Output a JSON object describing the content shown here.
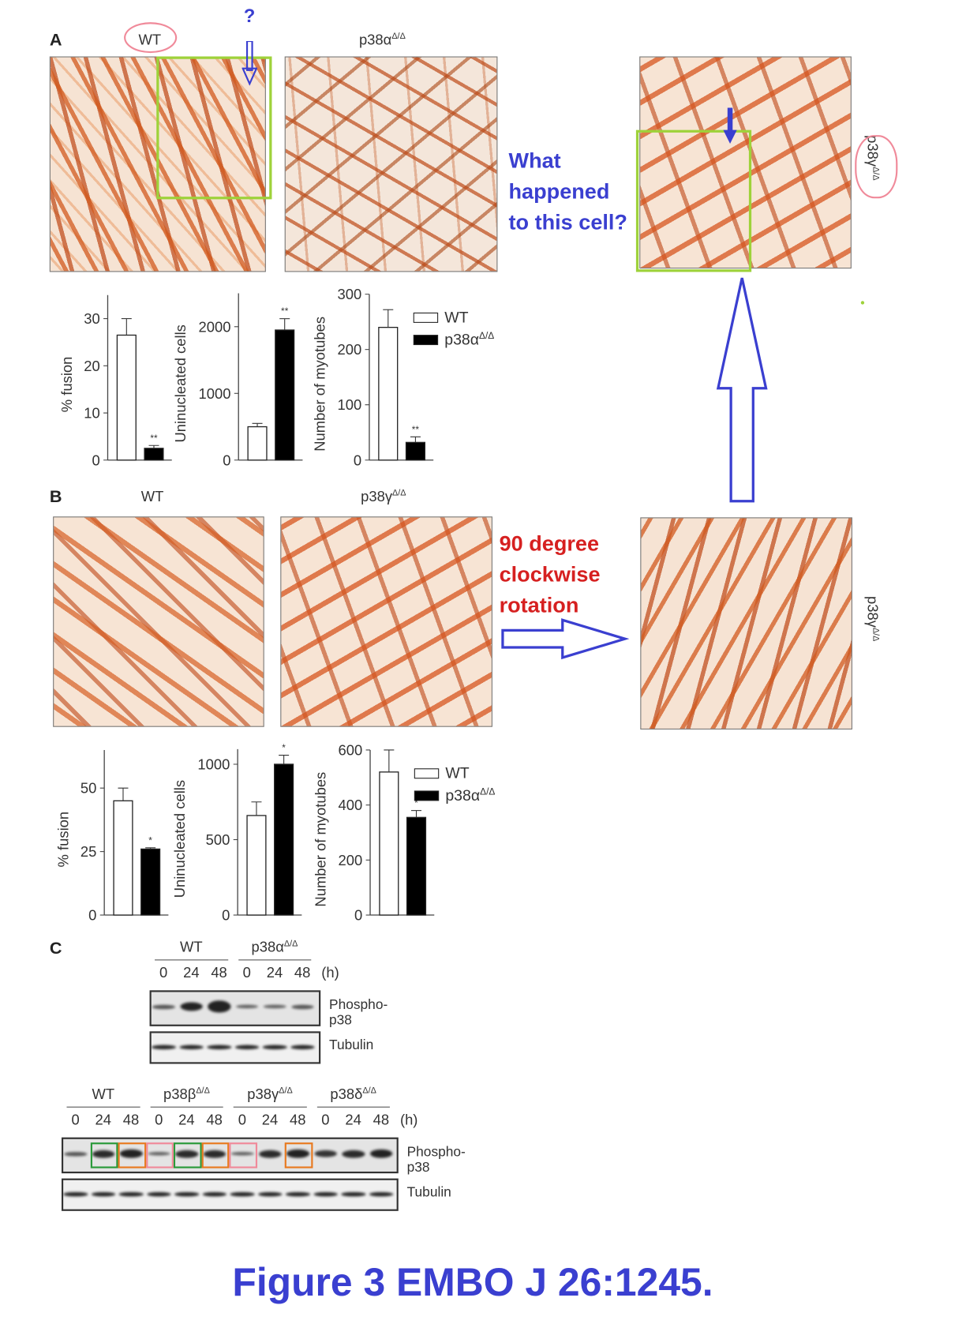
{
  "panel_a": {
    "label": "A",
    "wt_label": "WT",
    "ko_label": "p38α",
    "ko_sup": "Δ/Δ"
  },
  "panel_b": {
    "label": "B",
    "wt_label": "WT",
    "ko_label": "p38γ",
    "ko_sup": "Δ/Δ"
  },
  "panel_c": {
    "label": "C",
    "blot1": {
      "groups": [
        {
          "name": "WT",
          "sup": ""
        },
        {
          "name": "p38α",
          "sup": "Δ/Δ"
        }
      ],
      "timepoints": [
        "0",
        "24",
        "48"
      ],
      "unit": "(h)",
      "rows": [
        "Phospho-p38",
        "Tubulin"
      ]
    },
    "blot2": {
      "groups": [
        {
          "name": "WT",
          "sup": ""
        },
        {
          "name": "p38β",
          "sup": "Δ/Δ"
        },
        {
          "name": "p38γ",
          "sup": "Δ/Δ"
        },
        {
          "name": "p38δ",
          "sup": "Δ/Δ"
        }
      ],
      "timepoints": [
        "0",
        "24",
        "48"
      ],
      "unit": "(h)",
      "rows": [
        "Phospho-p38",
        "Tubulin"
      ]
    }
  },
  "annotations": {
    "question_mark": "?",
    "question": [
      "What",
      "happened",
      "to this cell?"
    ],
    "rotation": [
      "90 degree",
      "clockwise",
      "rotation"
    ],
    "right_label": "p38γ",
    "right_sup": "Δ/Δ",
    "caption": "Figure 3 EMBO J 26:1245.",
    "colors": {
      "blue": "#3a3fd0",
      "red": "#d62020",
      "green": "#9ed23a",
      "pink": "#f08a9a",
      "orange": "#e87a20",
      "box_green": "#2a9a3a"
    }
  },
  "chart_data": [
    {
      "type": "bar",
      "panel": "A",
      "ylabel": "% fusion",
      "categories": [
        "WT",
        "p38αΔ/Δ"
      ],
      "values": [
        26.5,
        2.5
      ],
      "errors": [
        3.5,
        0.6
      ],
      "significance": [
        "",
        "**"
      ],
      "ylim": [
        0,
        35
      ],
      "yticks": [
        "0",
        "10",
        "20",
        "30"
      ],
      "legend": null
    },
    {
      "type": "bar",
      "panel": "A",
      "ylabel": "Uninucleated cells",
      "categories": [
        "WT",
        "p38αΔ/Δ"
      ],
      "values": [
        500,
        1950
      ],
      "errors": [
        50,
        170
      ],
      "significance": [
        "",
        "**"
      ],
      "ylim": [
        0,
        2500
      ],
      "yticks": [
        "0",
        "1000",
        "2000"
      ],
      "legend": null
    },
    {
      "type": "bar",
      "panel": "A",
      "ylabel": "Number of myotubes",
      "categories": [
        "WT",
        "p38αΔ/Δ"
      ],
      "values": [
        240,
        32
      ],
      "errors": [
        32,
        10
      ],
      "significance": [
        "",
        "**"
      ],
      "ylim": [
        0,
        300
      ],
      "yticks": [
        "0",
        "100",
        "200",
        "300"
      ],
      "legend": {
        "entries": [
          "WT",
          "p38α"
        ],
        "sup": "Δ/Δ",
        "placement": "right"
      }
    },
    {
      "type": "bar",
      "panel": "B",
      "ylabel": "% fusion",
      "categories": [
        "WT",
        "p38αΔ/Δ"
      ],
      "values": [
        45,
        26
      ],
      "errors": [
        5,
        0.5
      ],
      "significance": [
        "",
        "*"
      ],
      "ylim": [
        0,
        65
      ],
      "yticks": [
        "0",
        "25",
        "50"
      ],
      "legend": null
    },
    {
      "type": "bar",
      "panel": "B",
      "ylabel": "Uninucleated cells",
      "categories": [
        "WT",
        "p38αΔ/Δ"
      ],
      "values": [
        660,
        1000
      ],
      "errors": [
        90,
        60
      ],
      "significance": [
        "",
        "*"
      ],
      "ylim": [
        0,
        1100
      ],
      "yticks": [
        "0",
        "500",
        "1000"
      ],
      "legend": null
    },
    {
      "type": "bar",
      "panel": "B",
      "ylabel": "Number of myotubes",
      "categories": [
        "WT",
        "p38αΔ/Δ"
      ],
      "values": [
        520,
        355
      ],
      "errors": [
        80,
        25
      ],
      "significance": [
        "",
        "*"
      ],
      "ylim": [
        0,
        600
      ],
      "yticks": [
        "0",
        "200",
        "400",
        "600"
      ],
      "legend": {
        "entries": [
          "WT",
          "p38α"
        ],
        "sup": "Δ/Δ",
        "placement": "right"
      }
    }
  ]
}
